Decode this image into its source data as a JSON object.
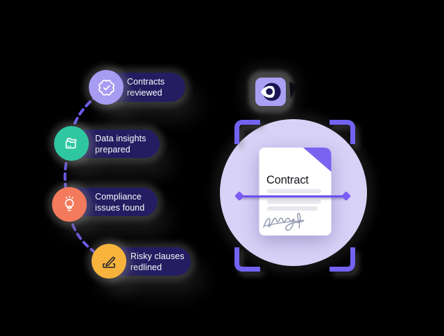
{
  "scene": {
    "background": "#000000"
  },
  "workflow": {
    "connector_color": "#6c5cf2",
    "pill_color": "#241d62",
    "label_color": "#ffffff",
    "steps": [
      {
        "label": "Contracts reviewed",
        "icon": "badge-check-icon",
        "accent": "#a79bf2"
      },
      {
        "label": "Data insights prepared",
        "icon": "folders-icon",
        "accent": "#2fc7a1"
      },
      {
        "label": "Compliance issues found",
        "icon": "lightbulb-icon",
        "accent": "#f47a5d"
      },
      {
        "label": "Risky clauses redlined",
        "icon": "pencil-sign-icon",
        "accent": "#f7b33c"
      }
    ]
  },
  "scanner": {
    "icon": "eye-icon",
    "badge_color": "#aba1f4",
    "eye_color": "#191353",
    "circle_color": "#d9d2f7",
    "bracket_color": "#7363f2",
    "scan_line_color": "#6b4ff0"
  },
  "document": {
    "title": "Contract",
    "fold_color": "#7a63f0",
    "placeholder_line_color": "#e8e7ee",
    "signature": "handwritten-signature"
  }
}
